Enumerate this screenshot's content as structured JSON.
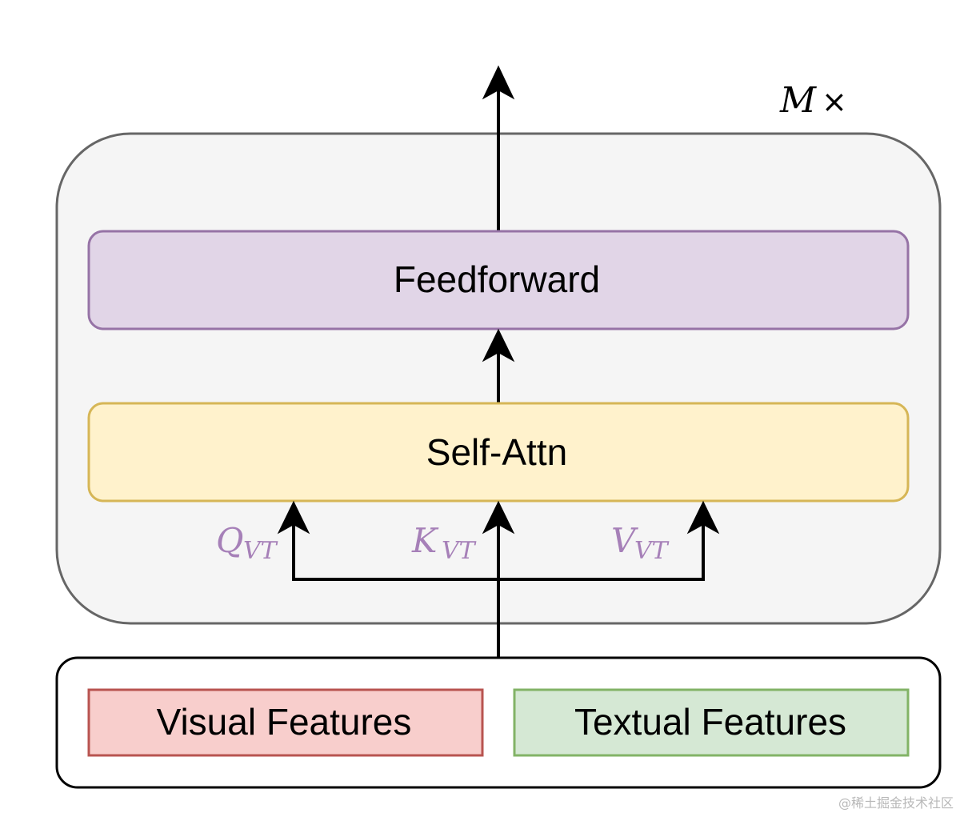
{
  "repeat_label": {
    "symbol": "M",
    "times": "×"
  },
  "blocks": {
    "feedforward": "Feedforward",
    "self_attn": "Self-Attn"
  },
  "inputs": {
    "q": {
      "main": "Q",
      "sub": "VT"
    },
    "k": {
      "main": "K",
      "sub": "VT"
    },
    "v": {
      "main": "V",
      "sub": "VT"
    }
  },
  "features": {
    "visual": "Visual Features",
    "textual": "Textual Features"
  },
  "watermark": "@稀土掘金技术社区",
  "colors": {
    "outer_fill": "#f5f5f5",
    "outer_stroke": "#666666",
    "feedforward_fill": "#e1d5e7",
    "feedforward_stroke": "#9673a6",
    "selfattn_fill": "#fff2cc",
    "selfattn_stroke": "#d6b656",
    "visual_fill": "#f8cecc",
    "visual_stroke": "#b85450",
    "textual_fill": "#d5e8d4",
    "textual_stroke": "#82b366",
    "label_purple": "#a680b8"
  }
}
